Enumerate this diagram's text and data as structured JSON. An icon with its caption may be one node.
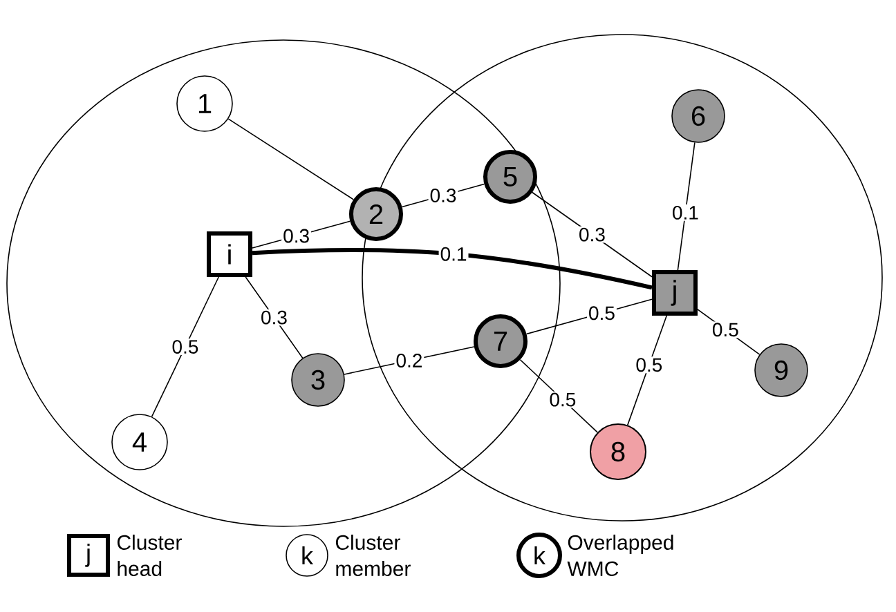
{
  "diagram": {
    "nodes": [
      {
        "text": [
          "1"
        ]
      },
      {
        "text": [
          "2"
        ]
      },
      {
        "text": [
          "i"
        ]
      },
      {
        "text": [
          "5"
        ]
      },
      {
        "text": [
          "6"
        ]
      },
      {
        "text": [
          "j"
        ]
      },
      {
        "text": [
          "3"
        ]
      },
      {
        "text": [
          "7"
        ]
      },
      {
        "text": [
          "4"
        ]
      },
      {
        "text": [
          "9"
        ]
      },
      {
        "text": [
          "8"
        ]
      }
    ],
    "edges": [
      {
        "from": 0,
        "to": 1,
        "arrow": "none"
      },
      {
        "from": 2,
        "to": 1,
        "arrow": "none",
        "label": "0.3"
      },
      {
        "from": 1,
        "to": 3,
        "arrow": "none",
        "label": "0.3"
      },
      {
        "from": 3,
        "to": 5,
        "arrow": "none",
        "label": "0.3"
      },
      {
        "from": 4,
        "to": 5,
        "arrow": "none",
        "label": "0.1"
      },
      {
        "from": 2,
        "to": 5,
        "arrow": "none",
        "label": "0.1",
        "style": "thick"
      },
      {
        "from": 2,
        "to": 8,
        "arrow": "none",
        "label": "0.5"
      },
      {
        "from": 2,
        "to": 6,
        "arrow": "none",
        "label": "0.3"
      },
      {
        "from": 6,
        "to": 7,
        "arrow": "none",
        "label": "0.2"
      },
      {
        "from": 7,
        "to": 5,
        "arrow": "none",
        "label": "0.5"
      },
      {
        "from": 5,
        "to": 9,
        "arrow": "none",
        "label": "0.5"
      },
      {
        "from": 5,
        "to": 10,
        "arrow": "none",
        "label": "0.5"
      },
      {
        "from": 7,
        "to": 10,
        "arrow": "none",
        "label": "0.5"
      }
    ],
    "labels": [
      "j",
      "k",
      "k"
    ],
    "legend": [
      {
        "text": "Cluster head"
      },
      {
        "text": "Cluster member"
      },
      {
        "text": "Overlapped WMC"
      }
    ]
  }
}
